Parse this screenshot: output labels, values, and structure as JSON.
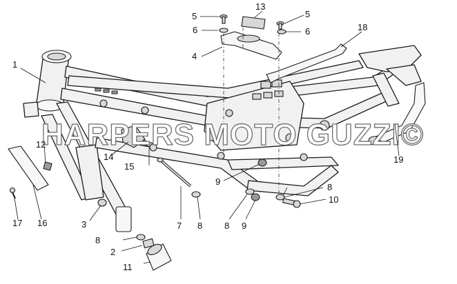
{
  "diagram": {
    "watermark": "HARPERS MOTO GUZZI©",
    "callouts": [
      {
        "id": "c1",
        "label": "1"
      },
      {
        "id": "c2",
        "label": "2"
      },
      {
        "id": "c3",
        "label": "3"
      },
      {
        "id": "c4",
        "label": "4"
      },
      {
        "id": "c5a",
        "label": "5"
      },
      {
        "id": "c5b",
        "label": "5"
      },
      {
        "id": "c6a",
        "label": "6"
      },
      {
        "id": "c6b",
        "label": "6"
      },
      {
        "id": "c7",
        "label": "7"
      },
      {
        "id": "c8a",
        "label": "8"
      },
      {
        "id": "c8b",
        "label": "8"
      },
      {
        "id": "c8c",
        "label": "8"
      },
      {
        "id": "c8d",
        "label": "8"
      },
      {
        "id": "c9a",
        "label": "9"
      },
      {
        "id": "c9b",
        "label": "9"
      },
      {
        "id": "c10",
        "label": "10"
      },
      {
        "id": "c11",
        "label": "11"
      },
      {
        "id": "c12",
        "label": "12"
      },
      {
        "id": "c13",
        "label": "13"
      },
      {
        "id": "c14",
        "label": "14"
      },
      {
        "id": "c15",
        "label": "15"
      },
      {
        "id": "c16",
        "label": "16"
      },
      {
        "id": "c17",
        "label": "17"
      },
      {
        "id": "c18",
        "label": "18"
      },
      {
        "id": "c19",
        "label": "19"
      }
    ]
  }
}
